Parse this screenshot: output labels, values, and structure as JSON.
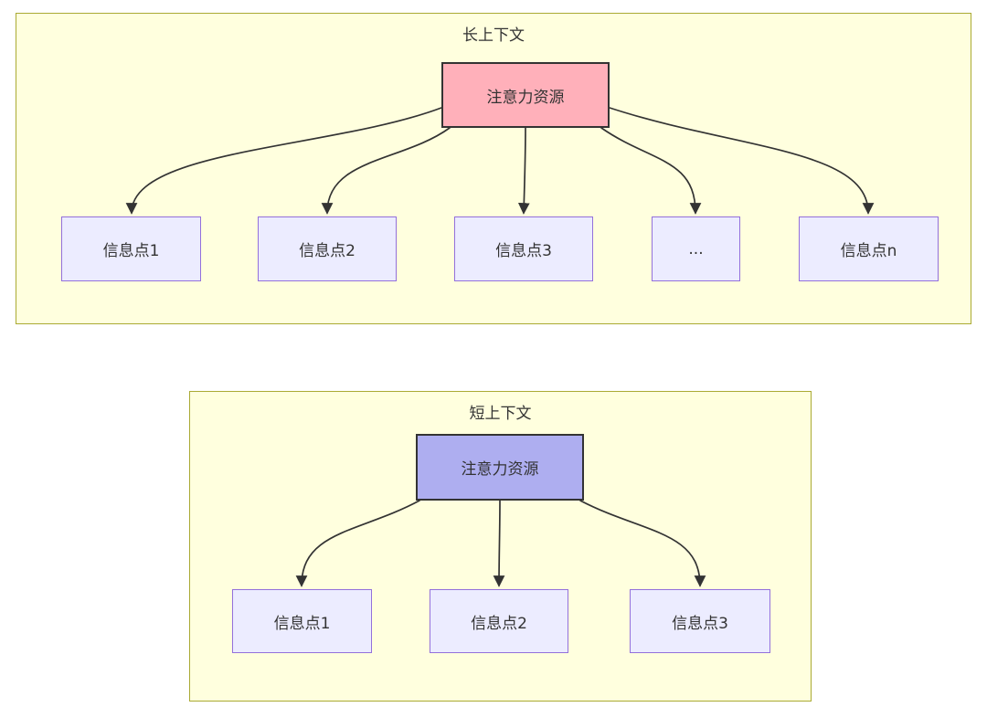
{
  "panels": [
    {
      "title": "长上下文",
      "attention_label": "注意力资源",
      "nodes": [
        {
          "label": "信息点1"
        },
        {
          "label": "信息点2"
        },
        {
          "label": "信息点3"
        },
        {
          "label": "..."
        },
        {
          "label": "信息点n"
        }
      ]
    },
    {
      "title": "短上下文",
      "attention_label": "注意力资源",
      "nodes": [
        {
          "label": "信息点1"
        },
        {
          "label": "信息点2"
        },
        {
          "label": "信息点3"
        }
      ]
    }
  ],
  "colors": {
    "panel_fill": "#ffffde",
    "panel_border": "#aaaa33",
    "attention_long_fill": "#ffb0ba",
    "attention_short_fill": "#aeaef0",
    "attention_border": "#333333",
    "info_fill": "#ececff",
    "info_border": "#9370db",
    "edge": "#333333",
    "text": "#333333"
  }
}
